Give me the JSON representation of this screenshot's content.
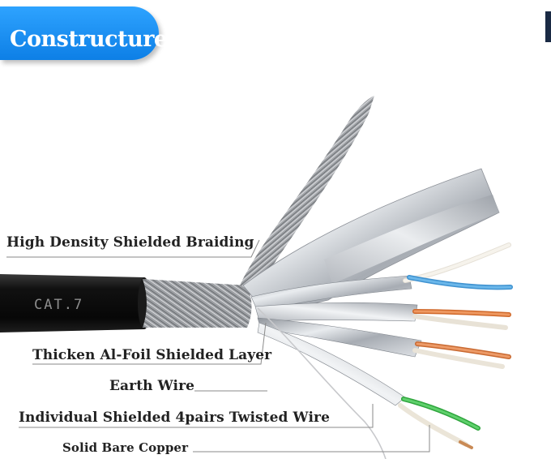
{
  "banner": {
    "title": "Constructure",
    "color": "#1a8cf0"
  },
  "cable": {
    "print_text": "CAT.7",
    "jacket_color": "#0d0d0d"
  },
  "labels": {
    "braiding": "High Density Shielded Braiding",
    "foil": "Thicken Al-Foil Shielded Layer",
    "earth": "Earth Wire",
    "pairs": "Individual Shielded 4pairs Twisted Wire",
    "copper": "Solid Bare Copper"
  },
  "colors": {
    "wire_blue": "#4aa3e0",
    "wire_orange": "#e07a3a",
    "wire_green": "#3db54a",
    "wire_white": "#f3efe6",
    "foil": "#c9ccd1",
    "copper": "#c98a55"
  }
}
